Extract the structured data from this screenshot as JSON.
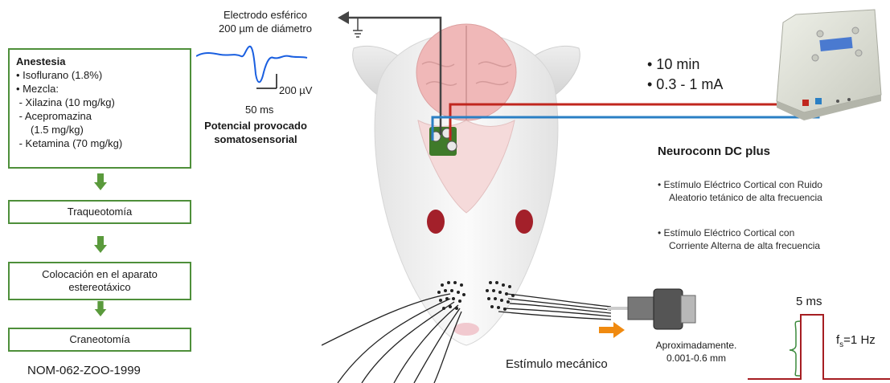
{
  "anesthesia": {
    "title": "Anestesia",
    "items": [
      "• Isoflurano (1.8%)",
      "• Mezcla:",
      " - Xilazina (10 mg/kg)",
      " - Acepromazina",
      "     (1.5 mg/kg)",
      " - Ketamina (70 mg/kg)"
    ]
  },
  "steps": {
    "tracheotomy": "Traqueotomía",
    "stereotaxic": "Colocación en el aparato estereotáxico",
    "craniotomy": "Craneotomía"
  },
  "norm": "NOM-062-ZOO-1999",
  "electrode": {
    "line1": "Electrodo esférico",
    "line2": "200 µm de diámetro",
    "amplitude": "200 µV",
    "time": "50 ms",
    "potential_line1": "Potencial provocado",
    "potential_line2": "somatosensorial"
  },
  "stimulation": {
    "duration": "• 10 min",
    "current": "• 0.3 - 1 mA",
    "device": "Neuroconn DC plus",
    "mode1_line1": "• Estímulo Eléctrico Cortical con Ruido",
    "mode1_line2": "Aleatorio tetánico de alta frecuencia",
    "mode2_line1": "• Estímulo Eléctrico Cortical con",
    "mode2_line2": "Corriente Alterna de alta frecuencia"
  },
  "mechanical": {
    "label": "Estímulo mecánico",
    "approx_line1": "Aproximadamente.",
    "approx_line2": "0.001-0.6 mm",
    "pulse_width": "5 ms",
    "frequency_base": "f",
    "frequency_sub": "s",
    "frequency_value": "=1 Hz"
  },
  "colors": {
    "box_border": "#4e8f3a",
    "arrow_green": "#5a9a3c",
    "wire_red": "#c0261e",
    "wire_blue": "#2a7fc4",
    "trace_blue": "#1a5fe0",
    "pulse_red": "#a61e22",
    "arrow_orange": "#f08a10"
  }
}
